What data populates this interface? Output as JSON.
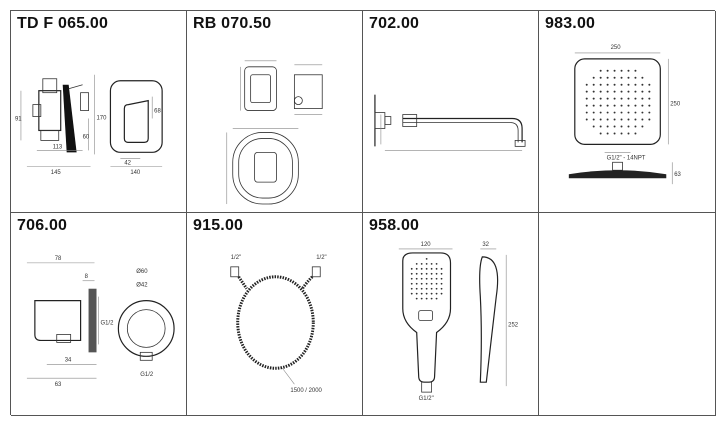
{
  "cells": [
    {
      "code": "TD F 065.00",
      "dims": {
        "a": "91",
        "b": "113",
        "c": "145",
        "d": "170",
        "e": "60",
        "f": "68",
        "g": "42",
        "h": "140"
      }
    },
    {
      "code": "RB 070.50"
    },
    {
      "code": "702.00"
    },
    {
      "code": "983.00",
      "dims": {
        "width": "250",
        "height": "250",
        "thread": "G1/2\" - 14NPT",
        "depth": "63"
      }
    },
    {
      "code": "706.00",
      "dims": {
        "a": "78",
        "b": "8",
        "c": "Ø60",
        "d": "Ø42",
        "e": "G1/2",
        "f": "34",
        "g": "63",
        "h": "G1/2"
      }
    },
    {
      "code": "915.00",
      "dims": {
        "left": "1/2\"",
        "right": "1/2\"",
        "length": "1500 / 2000"
      }
    },
    {
      "code": "958.00",
      "dims": {
        "width": "120",
        "depth": "32",
        "length": "252",
        "thread": "G1/2\""
      }
    },
    {
      "code": ""
    }
  ]
}
